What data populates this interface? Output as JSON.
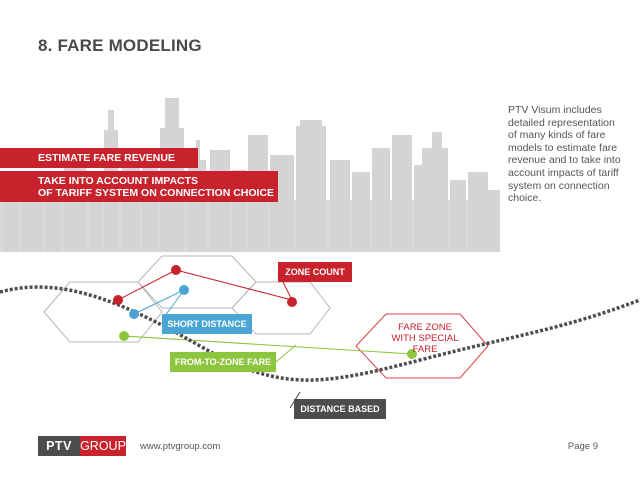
{
  "slide": {
    "title": "8. FARE MODELING",
    "banners": [
      "ESTIMATE FARE REVENUE",
      "TAKE INTO ACCOUNT IMPACTS\nOF TARIFF SYSTEM ON CONNECTION CHOICE"
    ],
    "description": "PTV Visum includes detailed representation of many kinds of fare models to estimate fare revenue and to take into account impacts of tariff system on connection choice."
  },
  "diagram": {
    "labels": {
      "zone_count": "ZONE COUNT",
      "short_distance": "SHORT DISTANCE",
      "from_to_zone": "FROM-TO-ZONE FARE",
      "distance_based": "DISTANCE BASED",
      "special_fare": "FARE ZONE\nWITH SPECIAL\nFARE"
    },
    "colors": {
      "red": "#c8232c",
      "blue": "#4aa5d4",
      "green": "#8cc63e",
      "dark": "#4d4d4d"
    }
  },
  "footer": {
    "logo_left": "PTV",
    "logo_right": "GROUP",
    "website": "www.ptvgroup.com",
    "page": "Page 9"
  }
}
